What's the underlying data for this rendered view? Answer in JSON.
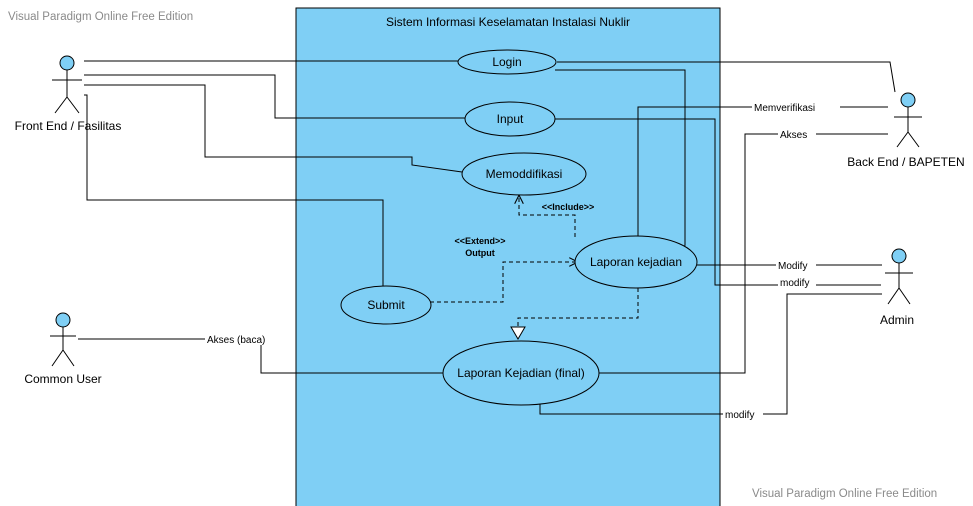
{
  "watermarks": {
    "top_left": "Visual Paradigm Online Free Edition",
    "bottom_right": "Visual Paradigm Online Free Edition"
  },
  "system": {
    "title": "Sistem Informasi Keselamatan Instalasi Nuklir",
    "fill_color": "#7fcff5"
  },
  "actor_fill_color": "#7fcff5",
  "actors": {
    "front_end": "Front End / Fasilitas",
    "back_end": "Back End / BAPETEN",
    "admin": "Admin",
    "common_user": "Common User"
  },
  "use_cases": {
    "login": "Login",
    "input": "Input",
    "memodifikasi": "Memoddifikasi",
    "laporan_kejadian": "Laporan kejadian",
    "submit": "Submit",
    "laporan_final": "Laporan Kejadian (final)"
  },
  "relations": {
    "include": "<<Include>>",
    "extend": "<<Extend>>",
    "extend_output": "Output"
  },
  "association_labels": {
    "memverifikasi": "Memverifikasi",
    "akses": "Akses",
    "modify_1": "Modify",
    "modify_2": "modify",
    "akses_baca": "Akses (baca)",
    "modify_final": "modify"
  }
}
